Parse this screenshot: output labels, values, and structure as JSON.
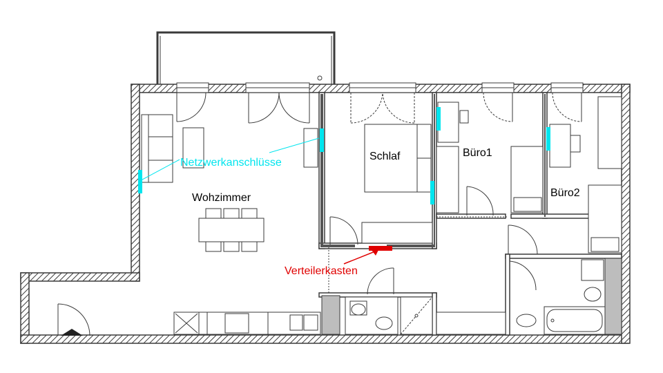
{
  "rooms": {
    "living": "Wohzimmer",
    "bedroom": "Schlaf",
    "office1": "Büro1",
    "office2": "Büro2"
  },
  "annotations": {
    "network": "Netzwerkanschlüsse",
    "distribution": "Verteilerkasten"
  },
  "colors": {
    "wall": "#3a3a3a",
    "network": "#00e5ee",
    "distribution": "#e00000",
    "grey_block": "#bdbdbd"
  }
}
